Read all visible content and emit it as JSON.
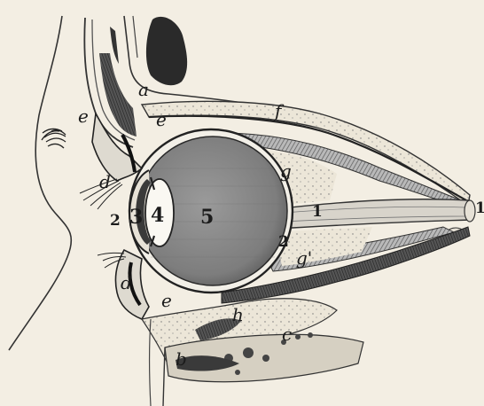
{
  "figure": {
    "labels": {
      "a": "a",
      "b": "b",
      "c": "c",
      "d_upper": "d",
      "d_lower": "d",
      "e_upper": "e",
      "e_mid": "e",
      "e_lower": "e",
      "f": "f",
      "g_upper": "g",
      "g_lower": "g'",
      "h": "h",
      "n1_nerve": "1",
      "n1_end": "1",
      "n2_left": "2",
      "n2_right": "2",
      "n3": "3",
      "n4": "4",
      "n5": "5"
    },
    "colors": {
      "ink": "#1b1b1b",
      "paper": "#f3eee3",
      "globe_shade": "#8e8e8e"
    }
  }
}
